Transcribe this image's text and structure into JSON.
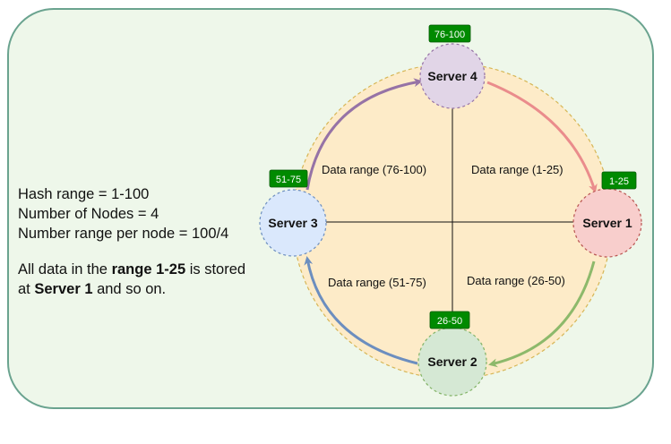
{
  "description": {
    "line1": "Hash range = 1-100",
    "line2": "Number of Nodes = 4",
    "line3": "Number range per node = 100/4",
    "line4": {
      "pre": "All data in the ",
      "bold": "range 1-25",
      "post": " is stored"
    },
    "line5": {
      "pre": "at ",
      "bold": "Server 1",
      "post": " and so on."
    }
  },
  "servers": [
    {
      "label": "Server 4",
      "range": "76-100",
      "fill": "#e1d5e7",
      "stroke": "#9673a6"
    },
    {
      "label": "Server 1",
      "range": "1-25",
      "fill": "#f8cecc",
      "stroke": "#b85450"
    },
    {
      "label": "Server 2",
      "range": "26-50",
      "fill": "#d5e8d4",
      "stroke": "#82b366"
    },
    {
      "label": "Server 3",
      "range": "51-75",
      "fill": "#dae8fc",
      "stroke": "#6c8ebf"
    }
  ],
  "data_ranges": {
    "top_left": "Data range (76-100)",
    "top_right": "Data range (1-25)",
    "bottom_left": "Data range (51-75)",
    "bottom_right": "Data range (26-50)"
  },
  "colors": {
    "ring_fill": "#fdebc8",
    "ring_stroke": "#d6b656",
    "badge_fill": "#008a00",
    "arrow_4_to_1": "#ea8c8c",
    "arrow_1_to_2": "#8db96b",
    "arrow_2_to_3": "#6c8ebf",
    "arrow_3_to_4": "#9673a6"
  }
}
